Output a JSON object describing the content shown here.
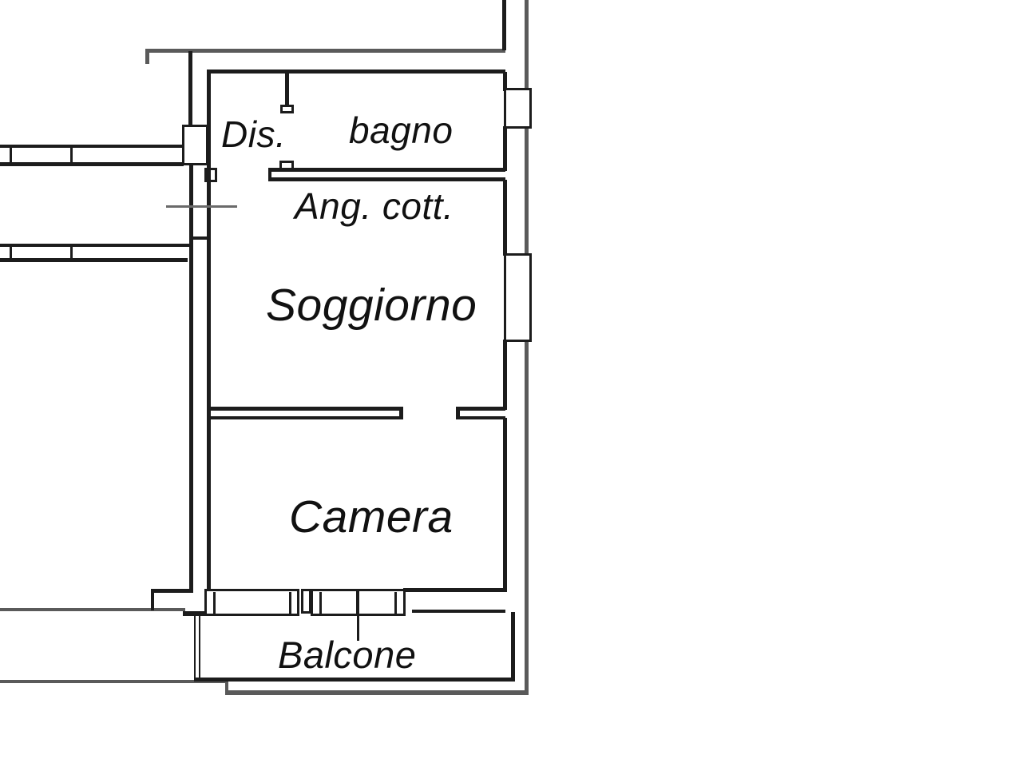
{
  "plan": {
    "rooms": {
      "dis": {
        "label": "Dis."
      },
      "bagno": {
        "label": "bagno"
      },
      "ang_cott": {
        "label": "Ang. cott."
      },
      "soggiorno": {
        "label": "Soggiorno"
      },
      "camera": {
        "label": "Camera"
      },
      "balcone": {
        "label": "Balcone"
      }
    },
    "colors": {
      "interior_wall": "#1c1c1c",
      "exterior_wall": "#5a5a5a",
      "background": "#ffffff",
      "text": "#111111"
    }
  }
}
